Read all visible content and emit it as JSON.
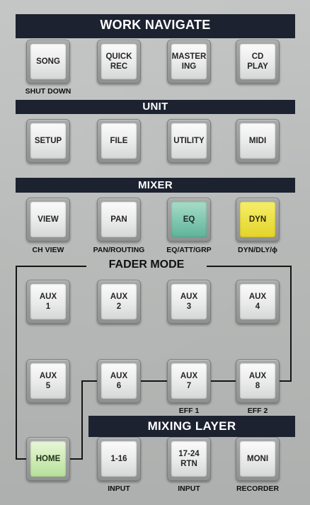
{
  "work_navigate": {
    "title": "WORK NAVIGATE",
    "song": "SONG",
    "quick_rec": "QUICK\nREC",
    "mastering": "MASTER\nING",
    "cd_play": "CD\nPLAY",
    "shut_down": "SHUT DOWN"
  },
  "unit": {
    "title": "UNIT",
    "setup": "SETUP",
    "file": "FILE",
    "utility": "UTILITY",
    "midi": "MIDI"
  },
  "mixer": {
    "title": "MIXER",
    "view": "VIEW",
    "pan": "PAN",
    "eq": "EQ",
    "dyn": "DYN",
    "ch_view": "CH VIEW",
    "pan_routing": "PAN/ROUTING",
    "eq_att_grp": "EQ/ATT/GRP",
    "dyn_dly_phase": "DYN/DLY/ϕ"
  },
  "fader_mode": {
    "title": "FADER MODE",
    "aux1": "AUX\n1",
    "aux2": "AUX\n2",
    "aux3": "AUX\n3",
    "aux4": "AUX\n4",
    "aux5": "AUX\n5",
    "aux6": "AUX\n6",
    "aux7": "AUX\n7",
    "aux8": "AUX\n8",
    "eff1": "EFF 1",
    "eff2": "EFF 2",
    "home": "HOME"
  },
  "mixing_layer": {
    "title": "MIXING LAYER",
    "ch1_16": "1-16",
    "ch17_24": "17-24\nRTN",
    "moni": "MONI",
    "input1": "INPUT",
    "input2": "INPUT",
    "recorder": "RECORDER"
  },
  "colors": {
    "bar": "#1d2230",
    "eq_green": "#5fb39a",
    "dyn_yellow": "#e3d42a",
    "home_green": "#b7e19a"
  }
}
